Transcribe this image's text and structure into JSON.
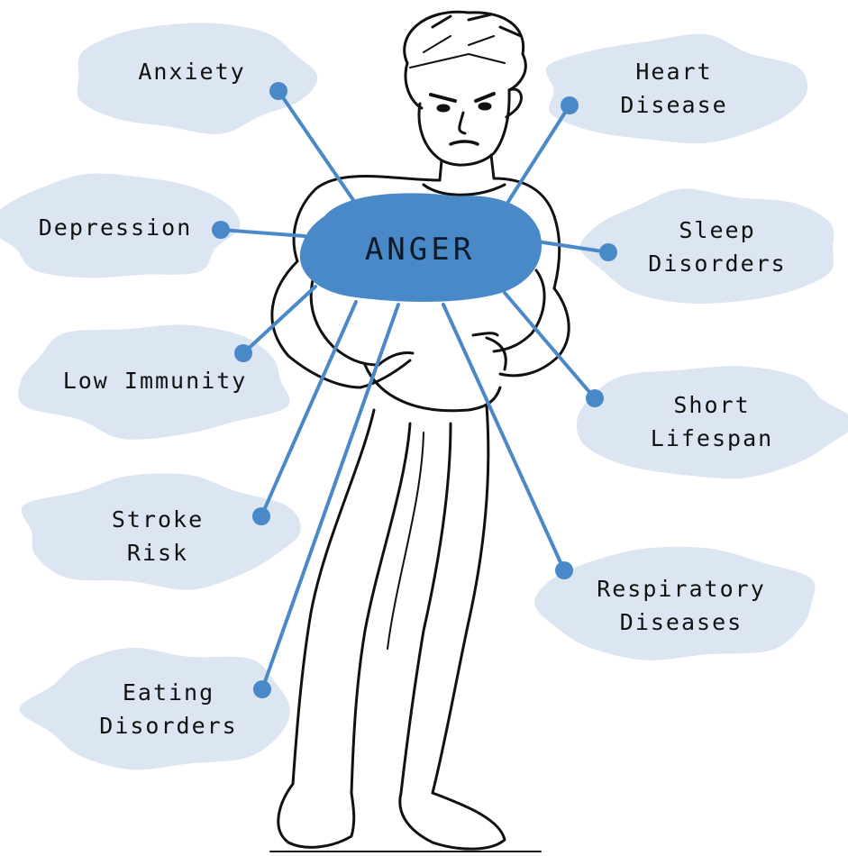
{
  "center": {
    "label": "ANGER"
  },
  "effects": [
    {
      "id": "anxiety",
      "lines": [
        "Anxiety"
      ]
    },
    {
      "id": "heart-disease",
      "lines": [
        "Heart",
        "Disease"
      ]
    },
    {
      "id": "depression",
      "lines": [
        "Depression"
      ]
    },
    {
      "id": "sleep-disorders",
      "lines": [
        "Sleep",
        "Disorders"
      ]
    },
    {
      "id": "low-immunity",
      "lines": [
        "Low Immunity"
      ]
    },
    {
      "id": "short-lifespan",
      "lines": [
        "Short",
        "Lifespan"
      ]
    },
    {
      "id": "stroke-risk",
      "lines": [
        "Stroke",
        "Risk"
      ]
    },
    {
      "id": "respiratory-diseases",
      "lines": [
        "Respiratory",
        "Diseases"
      ]
    },
    {
      "id": "eating-disorders",
      "lines": [
        "Eating",
        "Disorders"
      ]
    }
  ],
  "colors": {
    "center_fill": "#4a89c8",
    "bubble_fill": "#dce6f3",
    "connector": "#4a89c8",
    "figure_stroke": "#111111"
  },
  "illustration": "angry-boy-sketch"
}
